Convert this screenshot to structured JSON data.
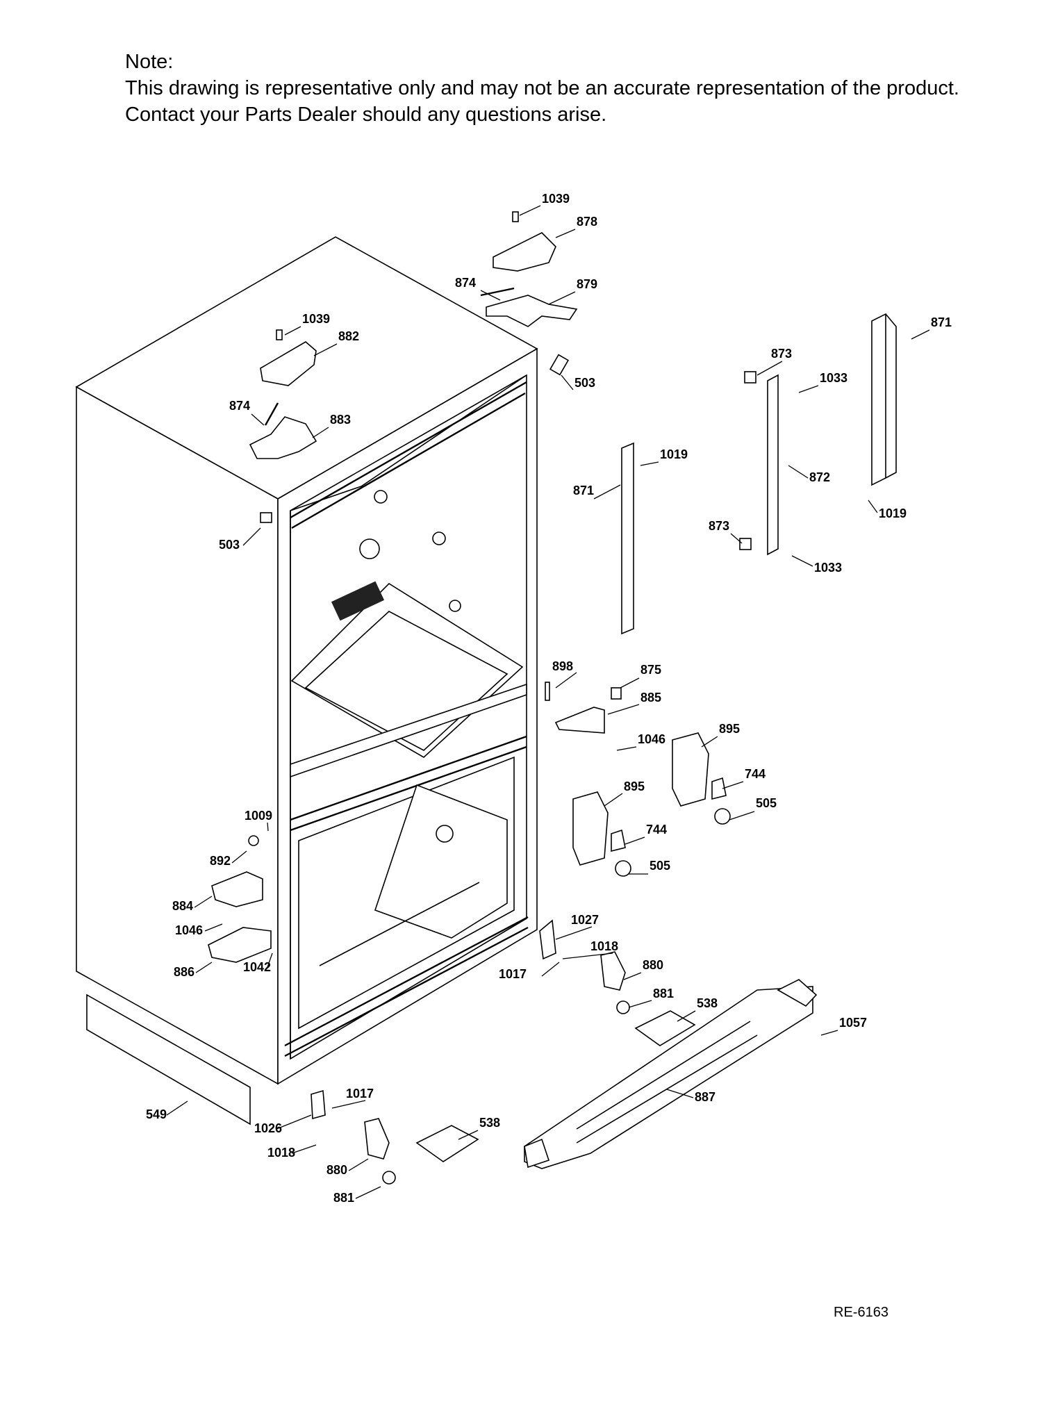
{
  "note": {
    "heading": "Note:",
    "line1": "This drawing is representative only and may not be an accurate representation of the product.",
    "line2": "Contact your Parts Dealer should any questions arise."
  },
  "part_labels": [
    "1039",
    "878",
    "874",
    "879",
    "1039",
    "882",
    "874",
    "883",
    "503",
    "503",
    "871",
    "1019",
    "873",
    "1033",
    "872",
    "871",
    "1019",
    "873",
    "1033",
    "898",
    "875",
    "885",
    "1046",
    "895",
    "744",
    "505",
    "895",
    "744",
    "505",
    "1009",
    "892",
    "884",
    "1046",
    "886",
    "1042",
    "1027",
    "1018",
    "880",
    "1017",
    "881",
    "538",
    "1057",
    "887",
    "549",
    "1017",
    "1026",
    "1018",
    "538",
    "880",
    "881"
  ],
  "ref_code": "RE-6163"
}
